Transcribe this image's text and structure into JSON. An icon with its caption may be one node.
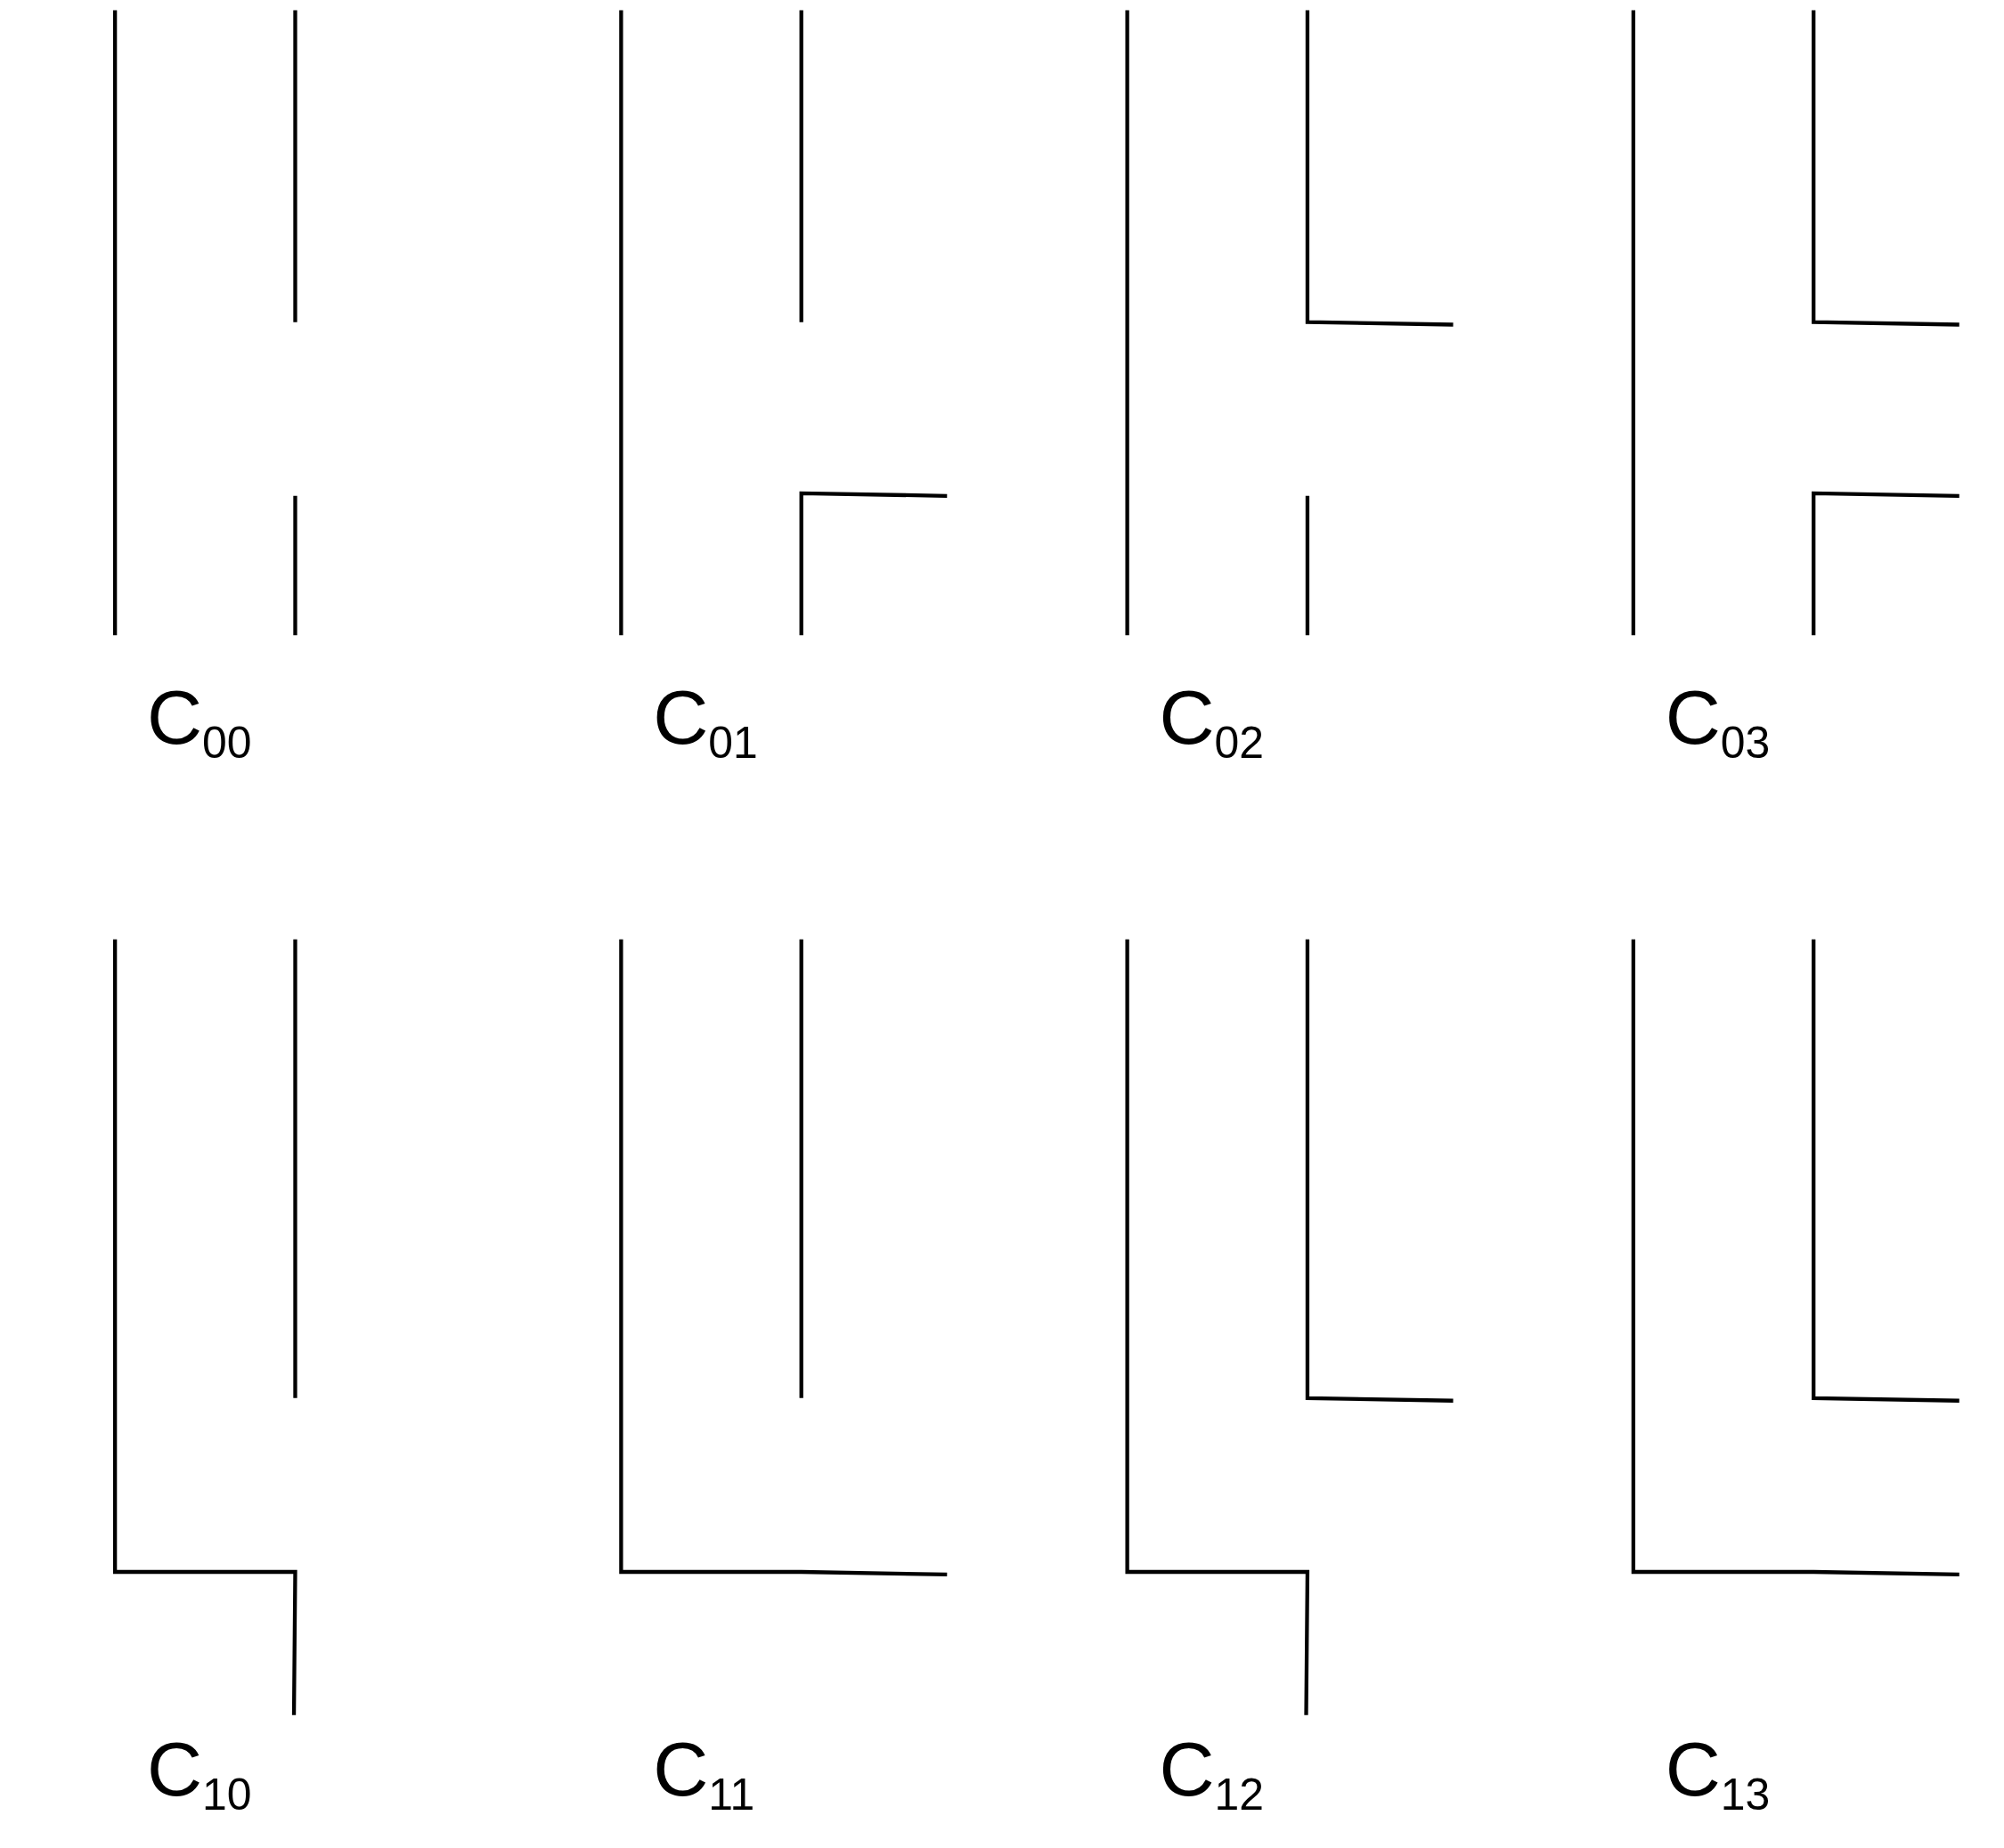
{
  "diagram": {
    "labels": [
      "C$_{00}$",
      "C$_{01}$",
      "C$_{02}$",
      "C$_{03}$",
      "C$_{10}$",
      "C$_{11}$",
      "C$_{12}$",
      "C$_{13}$"
    ]
  }
}
